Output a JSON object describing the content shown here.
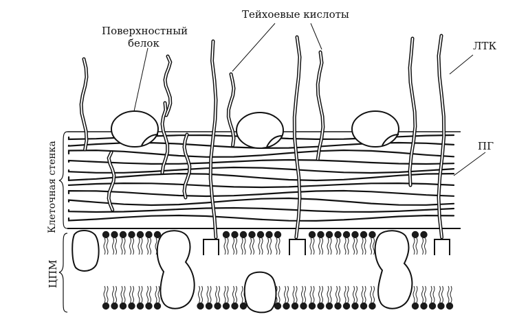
{
  "labels": {
    "surface_protein_line1": "Поверхностный",
    "surface_protein_line2": "белок",
    "teichoic_acids": "Тейхоевые кислоты",
    "ltk": "ЛТК",
    "pg": "ПГ",
    "cell_wall": "Клеточная стенка",
    "cpm": "ЦПМ"
  },
  "colors": {
    "ink": "#111111",
    "background": "#ffffff",
    "protein_fill": "#ffffff"
  }
}
